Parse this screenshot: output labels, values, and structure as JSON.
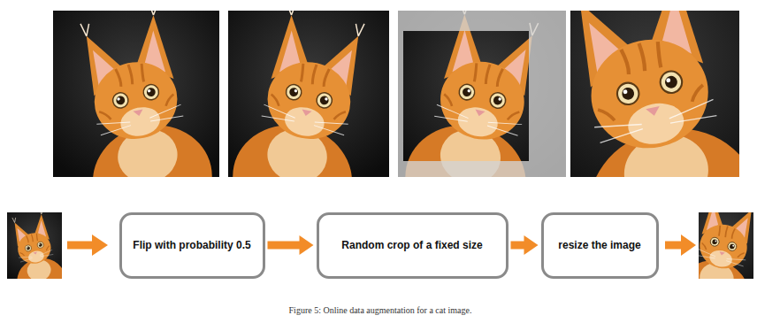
{
  "diagram": {
    "caption": "Figure 5: Online data augmentation for a cat image.",
    "nodes": [
      {
        "text": [
          "Flip with probability 0.5"
        ]
      },
      {
        "text": [
          "Random crop of a fixed size"
        ]
      },
      {
        "text": [
          "resize the image"
        ]
      }
    ],
    "edges": [
      {
        "from": 0,
        "to": 1,
        "arrow": "to"
      },
      {
        "from": 1,
        "to": 2,
        "arrow": "to"
      }
    ]
  }
}
